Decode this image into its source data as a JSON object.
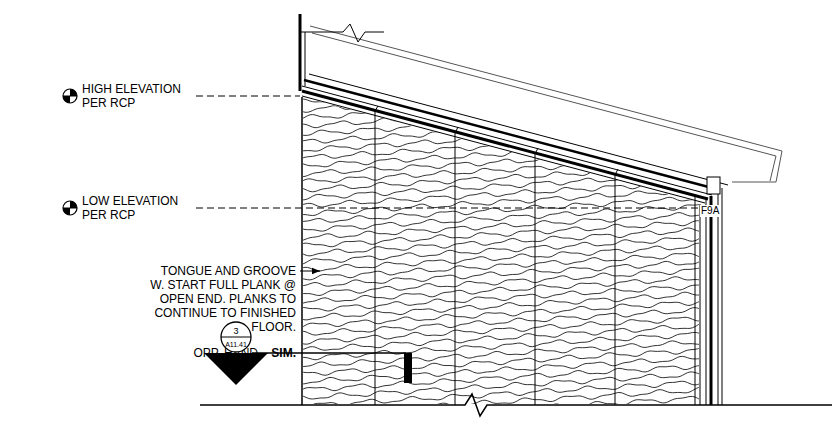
{
  "diagram": {
    "nodes": [
      {
        "text": [
          "3",
          "A11.41"
        ]
      }
    ],
    "labels": [
      "HIGH ELEVATION PER RCP",
      "LOW ELEVATION PER RCP",
      "TONGUE AND GROOVE W. START FULL PLANK @ OPEN END. PLANKS TO CONTINUE TO FINISHED FLOOR.",
      "OPP. HAND",
      "SIM.",
      "F9A"
    ]
  }
}
